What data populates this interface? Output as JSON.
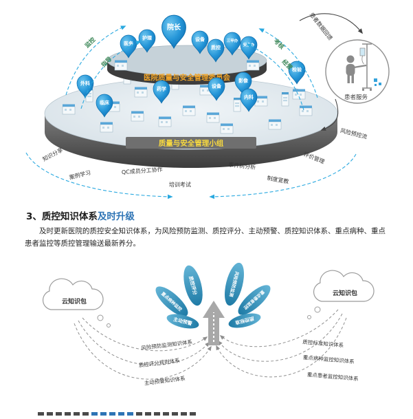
{
  "top_diagram": {
    "committee_banner": "医院质量与安全管理委员会",
    "group_banner": "质量与安全管理小组",
    "balloons": [
      "院长",
      "医务",
      "护理",
      "设备",
      "质控",
      "三甲办",
      "安全办",
      "外科",
      "临床",
      "药学",
      "设备",
      "影像",
      "内科",
      "检验"
    ],
    "side_labels": {
      "left_upper": "监控",
      "left_lower": "指导",
      "right_upper": "考核",
      "right_lower": "经营"
    },
    "cycle_labels": {
      "c1": "知识分享",
      "c2": "案例学习",
      "c3": "QC成员分工协作",
      "c4": "培训考试",
      "c5": "事件树分析",
      "c6": "制度宣教",
      "c7": "评价管理"
    },
    "patient": {
      "service_label": "患者服务",
      "feedback_label": "患者数据回馈",
      "risk_flow_label": "风险预控流"
    }
  },
  "section": {
    "heading_main": "3、质控知识体系",
    "heading_accent": "及时升级",
    "paragraph": "及时更新医院的质控安全知识体系，为风险预防监测、质控评分、主动预警、质控知识体系、重点病种、重点患者监控等质控管理输送最新养分。"
  },
  "tree_diagram": {
    "left_cloud": "云知识包",
    "right_cloud": "云知识包",
    "leaves": {
      "l1": "质控评分",
      "l2": "风险预防监测",
      "l3": "重点病种监控",
      "l4": "重点患者监控",
      "l5": "主动预警",
      "l6": "质控标准"
    },
    "left_branch_labels": {
      "b1": "风险预防监测知识体系",
      "b2": "质控评分规则体系",
      "b3": "主动预警知识体系"
    },
    "right_branch_labels": {
      "b4": "质控标准知识体系",
      "b5": "重点病种监控知识体系",
      "b6": "重点患者监控知识体系"
    }
  },
  "colors": {
    "accent_blue": "#2e74b5",
    "balloon_blue": "#1f8fd0",
    "banner_orange": "#f0a428",
    "banner_yellow": "#f7d93f",
    "leaf_blue": "#3a8cb4",
    "arc_blue": "#2aa9e0"
  }
}
